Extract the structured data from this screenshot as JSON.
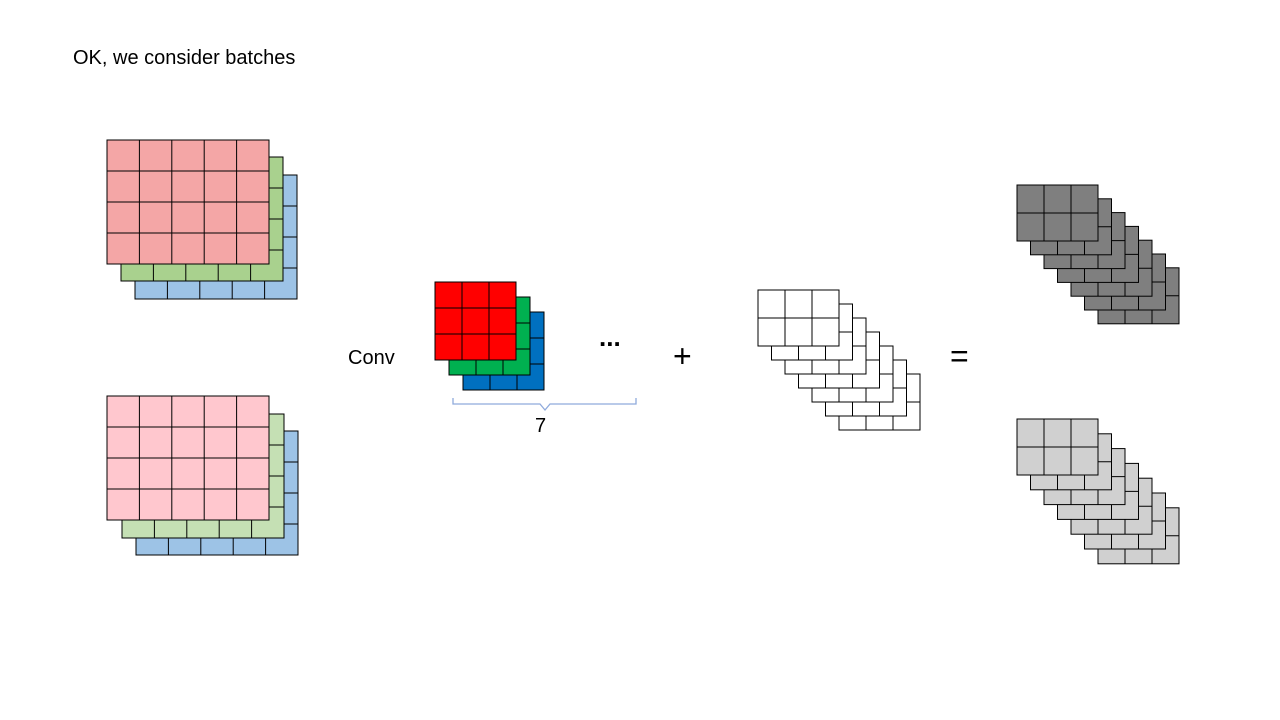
{
  "title": "OK, we consider batches",
  "conv_label": "Conv",
  "ellipsis": "...",
  "plus_sign": "+",
  "equals_sign": "=",
  "filter_count": "7",
  "colors": {
    "batch1": [
      "#f4a6a6",
      "#a9d18e",
      "#9dc3e6"
    ],
    "batch2": [
      "#ffc7ce",
      "#c5e0b4",
      "#9dc3e6"
    ],
    "kernel": [
      "#ff0000",
      "#00b050",
      "#0070c0"
    ],
    "bias": "#ffffff",
    "output1": "#7f7f7f",
    "output2": "#d0d0d0",
    "brace": "#8faadc",
    "grid_line": "#000000"
  }
}
